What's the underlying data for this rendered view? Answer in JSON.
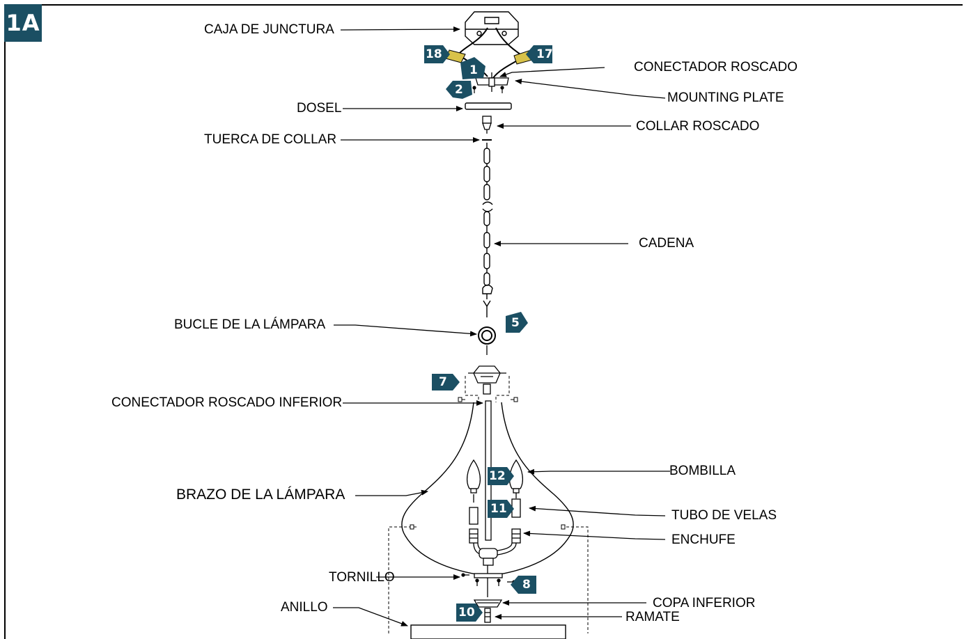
{
  "figure": {
    "badge": "1A"
  },
  "labels": {
    "junction_box": "CAJA DE JUNCTURA",
    "wire_connector": "CONECTADOR ROSCADO",
    "mounting_plate": "MOUNTING PLATE",
    "canopy": "DOSEL",
    "threaded_collar": "COLLAR ROSCADO",
    "collar_nut": "TUERCA DE COLLAR",
    "chain": "CADENA",
    "lamp_loop": "BUCLE DE LA LÁMPARA",
    "lower_threaded_connector": "CONECTADOR ROSCADO INFERIOR",
    "bulb": "BOMBILLA",
    "lamp_arm": "BRAZO DE LA LÁMPARA",
    "candle_tube": "TUBO DE VELAS",
    "socket": "ENCHUFE",
    "screw": "TORNILLO",
    "bottom_cup": "COPA INFERIOR",
    "ring": "ANILLO",
    "finial": "RAMATE"
  },
  "steps": [
    "18",
    "17",
    "1",
    "2",
    "5",
    "7",
    "12",
    "11",
    "8",
    "10"
  ],
  "colors": {
    "badge": "#1b4f63",
    "wire_nut": "#d8c24a",
    "line": "#000000"
  }
}
